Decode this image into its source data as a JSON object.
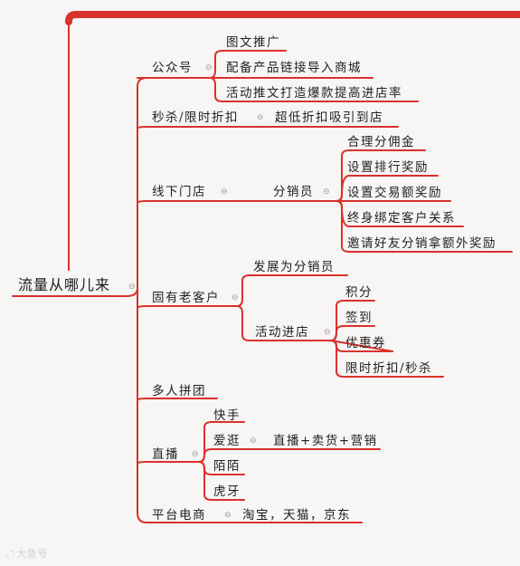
{
  "root": "流量从哪儿来",
  "branches": {
    "gzh": {
      "label": "公众号",
      "items": [
        "图文推广",
        "配备产品链接导入商城",
        "活动推文打造爆款提高进店率"
      ]
    },
    "ms": {
      "label": "秒杀/限时折扣",
      "items": [
        "超低折扣吸引到店"
      ]
    },
    "xx": {
      "label": "线下门店",
      "sub": "分销员",
      "items": [
        "合理分佣金",
        "设置排行奖励",
        "设置交易额奖励",
        "终身绑定客户关系",
        "邀请好友分销拿额外奖励"
      ]
    },
    "gy": {
      "label": "固有老客户",
      "items": [
        "发展为分销员",
        "活动进店"
      ],
      "sub_items": [
        "积分",
        "签到",
        "优惠券",
        "限时折扣/秒杀"
      ]
    },
    "dr": {
      "label": "多人拼团"
    },
    "zb": {
      "label": "直播",
      "items": [
        "快手",
        "爱逛",
        "陌陌",
        "虎牙"
      ],
      "sub": "直播+卖货+营销"
    },
    "pt": {
      "label": "平台电商",
      "items": [
        "淘宝，天猫，京东"
      ]
    }
  },
  "colors": {
    "line": "#d9312b",
    "text": "#1f1f1f",
    "toggle": "#9a9a9a"
  },
  "icons": {
    "toggle": "collapse-toggle-icon",
    "watermark": "watermark-logo-icon"
  },
  "watermark": "大鱼号"
}
